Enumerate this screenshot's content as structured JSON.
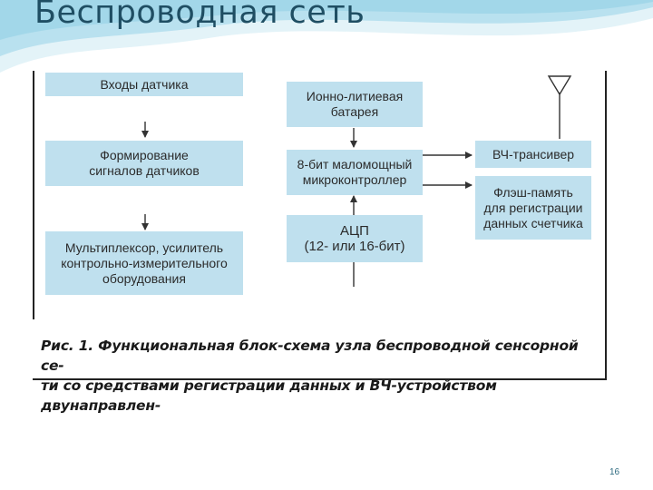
{
  "slide": {
    "title": "Беспроводная сеть",
    "page_number": "16"
  },
  "diagram": {
    "blocks": {
      "sensor_inputs": "Входы датчика",
      "signal_shaping": "Формирование\nсигналов датчиков",
      "multiplexer": "Мультиплексор, усилитель\nконтрольно-измерительного\nоборудования",
      "battery": "Ионно-литиевая\nбатарея",
      "mcu": "8-бит маломощный\nмикроконтроллер",
      "adc": "АЦП\n(12- или 16-бит)",
      "rf_transceiver": "ВЧ-трансивер",
      "flash_memory": "Флэш-память\nдля регистрации\nданных счетчика"
    },
    "caption": "Рис. 1. Функциональная блок-схема узла беспроводной сенсорной се-\nти со средствами регистрации данных и ВЧ-устройством двунаправлен-"
  },
  "colors": {
    "box_fill": "#bfe0ee",
    "title_color": "#1f4e63",
    "wave_light": "#dff1f7",
    "wave_mid": "#a9d8ea"
  }
}
